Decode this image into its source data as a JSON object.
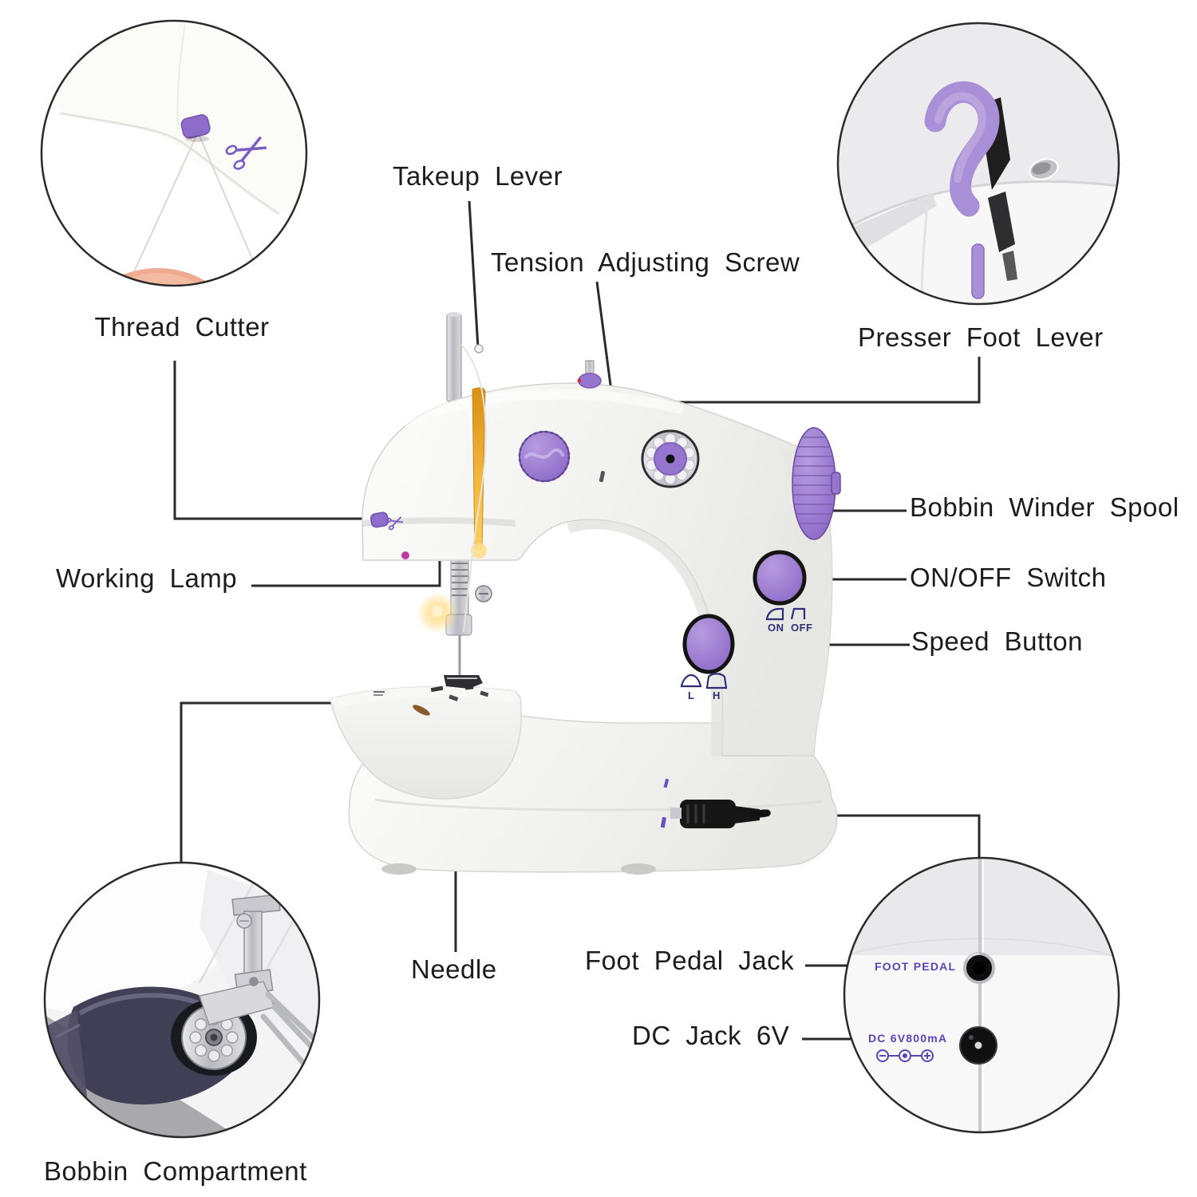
{
  "colors": {
    "background": "#ffffff",
    "accent_purple": "#9575cd",
    "deep_purple": "#6a4a9e",
    "photo_text_purple": "#5b44b8",
    "navy_marking": "#2e2e78",
    "label_text": "#1c1c1c",
    "leader_line": "#2a2a2a",
    "machine_body": "#f2f2ef",
    "amber_takeup_lever": "#f0a81f"
  },
  "callouts": {
    "thread_cutter": "Thread Cutter",
    "takeup_lever": "Takeup Lever",
    "tension_adjusting_screw": "Tension Adjusting Screw",
    "presser_foot_lever": "Presser Foot Lever",
    "working_lamp": "Working Lamp",
    "bobbin_winder_spool": "Bobbin Winder Spool",
    "on_off_switch": "ON/OFF Switch",
    "speed_button": "Speed Button",
    "needle": "Needle",
    "foot_pedal_jack": "Foot Pedal Jack",
    "dc_jack_6v": "DC Jack 6V",
    "bobbin_compartment": "Bobbin Compartment"
  },
  "machine_markings": {
    "power_on": "ON",
    "power_off": "OFF",
    "speed_low": "L",
    "speed_high": "H"
  },
  "inset_panel_markings": {
    "foot_pedal_port": "FOOT PEDAL",
    "dc_port_spec": "DC 6V800mA"
  },
  "icons": {
    "scissors_icon": "purple scissors glyph (drawn shape)",
    "iron_down_icon": "presser-foot-down glyph",
    "iron_up_icon": "presser-foot-up glyph",
    "polarity_icon": "center polarity glyph minus-center-plus"
  }
}
